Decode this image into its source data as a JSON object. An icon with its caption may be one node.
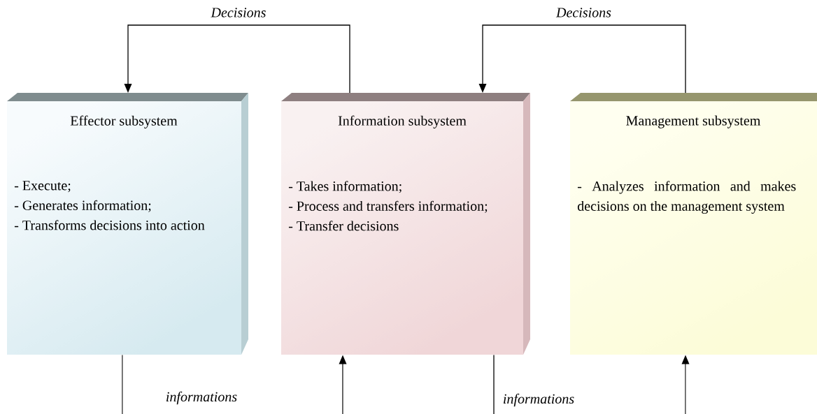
{
  "diagram": {
    "nodes": [
      {
        "text": [
          "Effector subsystem",
          "- Execute;",
          "- Generates information;",
          "- Transforms decisions into action"
        ]
      },
      {
        "text": [
          "Information subsystem",
          "- Takes information;",
          "- Process and transfers information;",
          "- Transfer decisions"
        ]
      },
      {
        "text": [
          "Management subsystem",
          "- Analyzes information and makes decisions on the management system"
        ]
      }
    ],
    "edges": [
      {
        "from": 1,
        "to": 0,
        "arrow": "to",
        "label": "Decisions"
      },
      {
        "from": 2,
        "to": 1,
        "arrow": "to",
        "label": "Decisions"
      },
      {
        "from": 0,
        "to": null,
        "arrow": "none"
      },
      {
        "from": null,
        "to": 1,
        "arrow": "to"
      },
      {
        "from": 1,
        "to": null,
        "arrow": "none"
      },
      {
        "from": null,
        "to": 2,
        "arrow": "to"
      }
    ],
    "labels": [
      "informations",
      "informations"
    ]
  }
}
